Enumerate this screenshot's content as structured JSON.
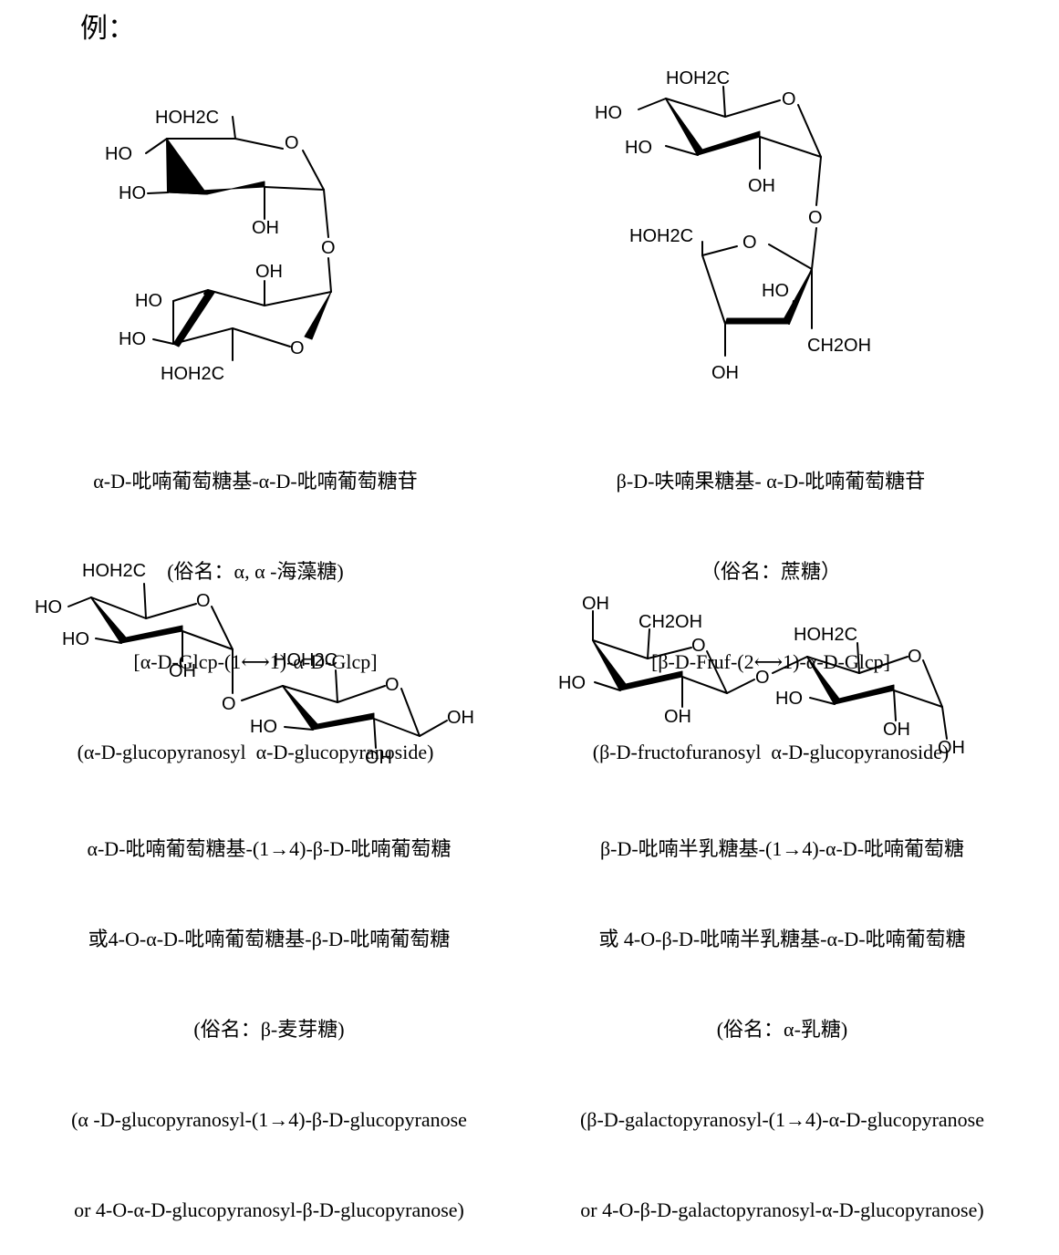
{
  "heading": "例：",
  "structures": [
    {
      "captions": [
        "α-D-吡喃葡萄糖基-α-D-吡喃葡萄糖苷",
        "(俗名：α, α -海藻糖)",
        "[α-D-Glcp-(1⟷1)-α-D-Glcp]",
        "(α-D-glucopyranosyl  α-D-glucopyranoside)"
      ],
      "labels": {
        "hoh2c_top": "HOH2C",
        "ho_4": "HO",
        "ho_3": "HO",
        "oh_2": "OH",
        "ring_o": "O",
        "glyco_o": "O",
        "oh_2b": "OH",
        "ho_3b": "HO",
        "ho_4b": "HO",
        "hoh2c_bottom": "HOH2C",
        "ring_ob": "O"
      }
    },
    {
      "captions": [
        "β-D-呋喃果糖基- α-D-吡喃葡萄糖苷",
        "（俗名：蔗糖）",
        "[β-D-Fruf-(2⟷1)-α-D-Glcp]",
        "(β-D-fructofuranosyl  α-D-glucopyranoside)"
      ],
      "labels": {
        "hoh2c_top": "HOH2C",
        "ho_4": "HO",
        "ho_3": "HO",
        "oh_2": "OH",
        "ring_o": "O",
        "glyco_o": "O",
        "hoh2c_fru": "HOH2C",
        "ring_of": "O",
        "ho_fru3": "HO",
        "oh_fru4": "OH",
        "ch2oh": "CH2OH"
      }
    },
    {
      "captions": [
        "α-D-吡喃葡萄糖基-(1→4)-β-D-吡喃葡萄糖",
        "或4-O-α-D-吡喃葡萄糖基-β-D-吡喃葡萄糖",
        "(俗名：β-麦芽糖)",
        "(α -D-glucopyranosyl-(1→4)-β-D-glucopyranose",
        "or 4-O-α-D-glucopyranosyl-β-D-glucopyranose)"
      ],
      "labels": {
        "hoh2c_a": "HOH2C",
        "ho_a4": "HO",
        "ho_a3": "HO",
        "oh_a2": "OH",
        "ring_oa": "O",
        "glyco_o": "O",
        "hoh2c_b": "HOH2C",
        "ring_ob": "O",
        "ho_b3": "HO",
        "oh_b2": "OH",
        "oh_b1": "OH"
      }
    },
    {
      "captions": [
        "β-D-吡喃半乳糖基-(1→4)-α-D-吡喃葡萄糖",
        "或 4-O-β-D-吡喃半乳糖基-α-D-吡喃葡萄糖",
        "(俗名：α-乳糖)",
        "(β-D-galactopyranosyl-(1→4)-α-D-glucopyranose",
        "or 4-O-β-D-galactopyranosyl-α-D-glucopyranose)"
      ],
      "labels": {
        "oh_g4": "OH",
        "ch2oh_g": "CH2OH",
        "ring_og": "O",
        "ho_g3": "HO",
        "oh_g2": "OH",
        "glyco_o": "O",
        "hoh2c_c": "HOH2C",
        "ring_oc": "O",
        "ho_c3": "HO",
        "oh_c2": "OH",
        "oh_c1": "OH"
      }
    }
  ]
}
